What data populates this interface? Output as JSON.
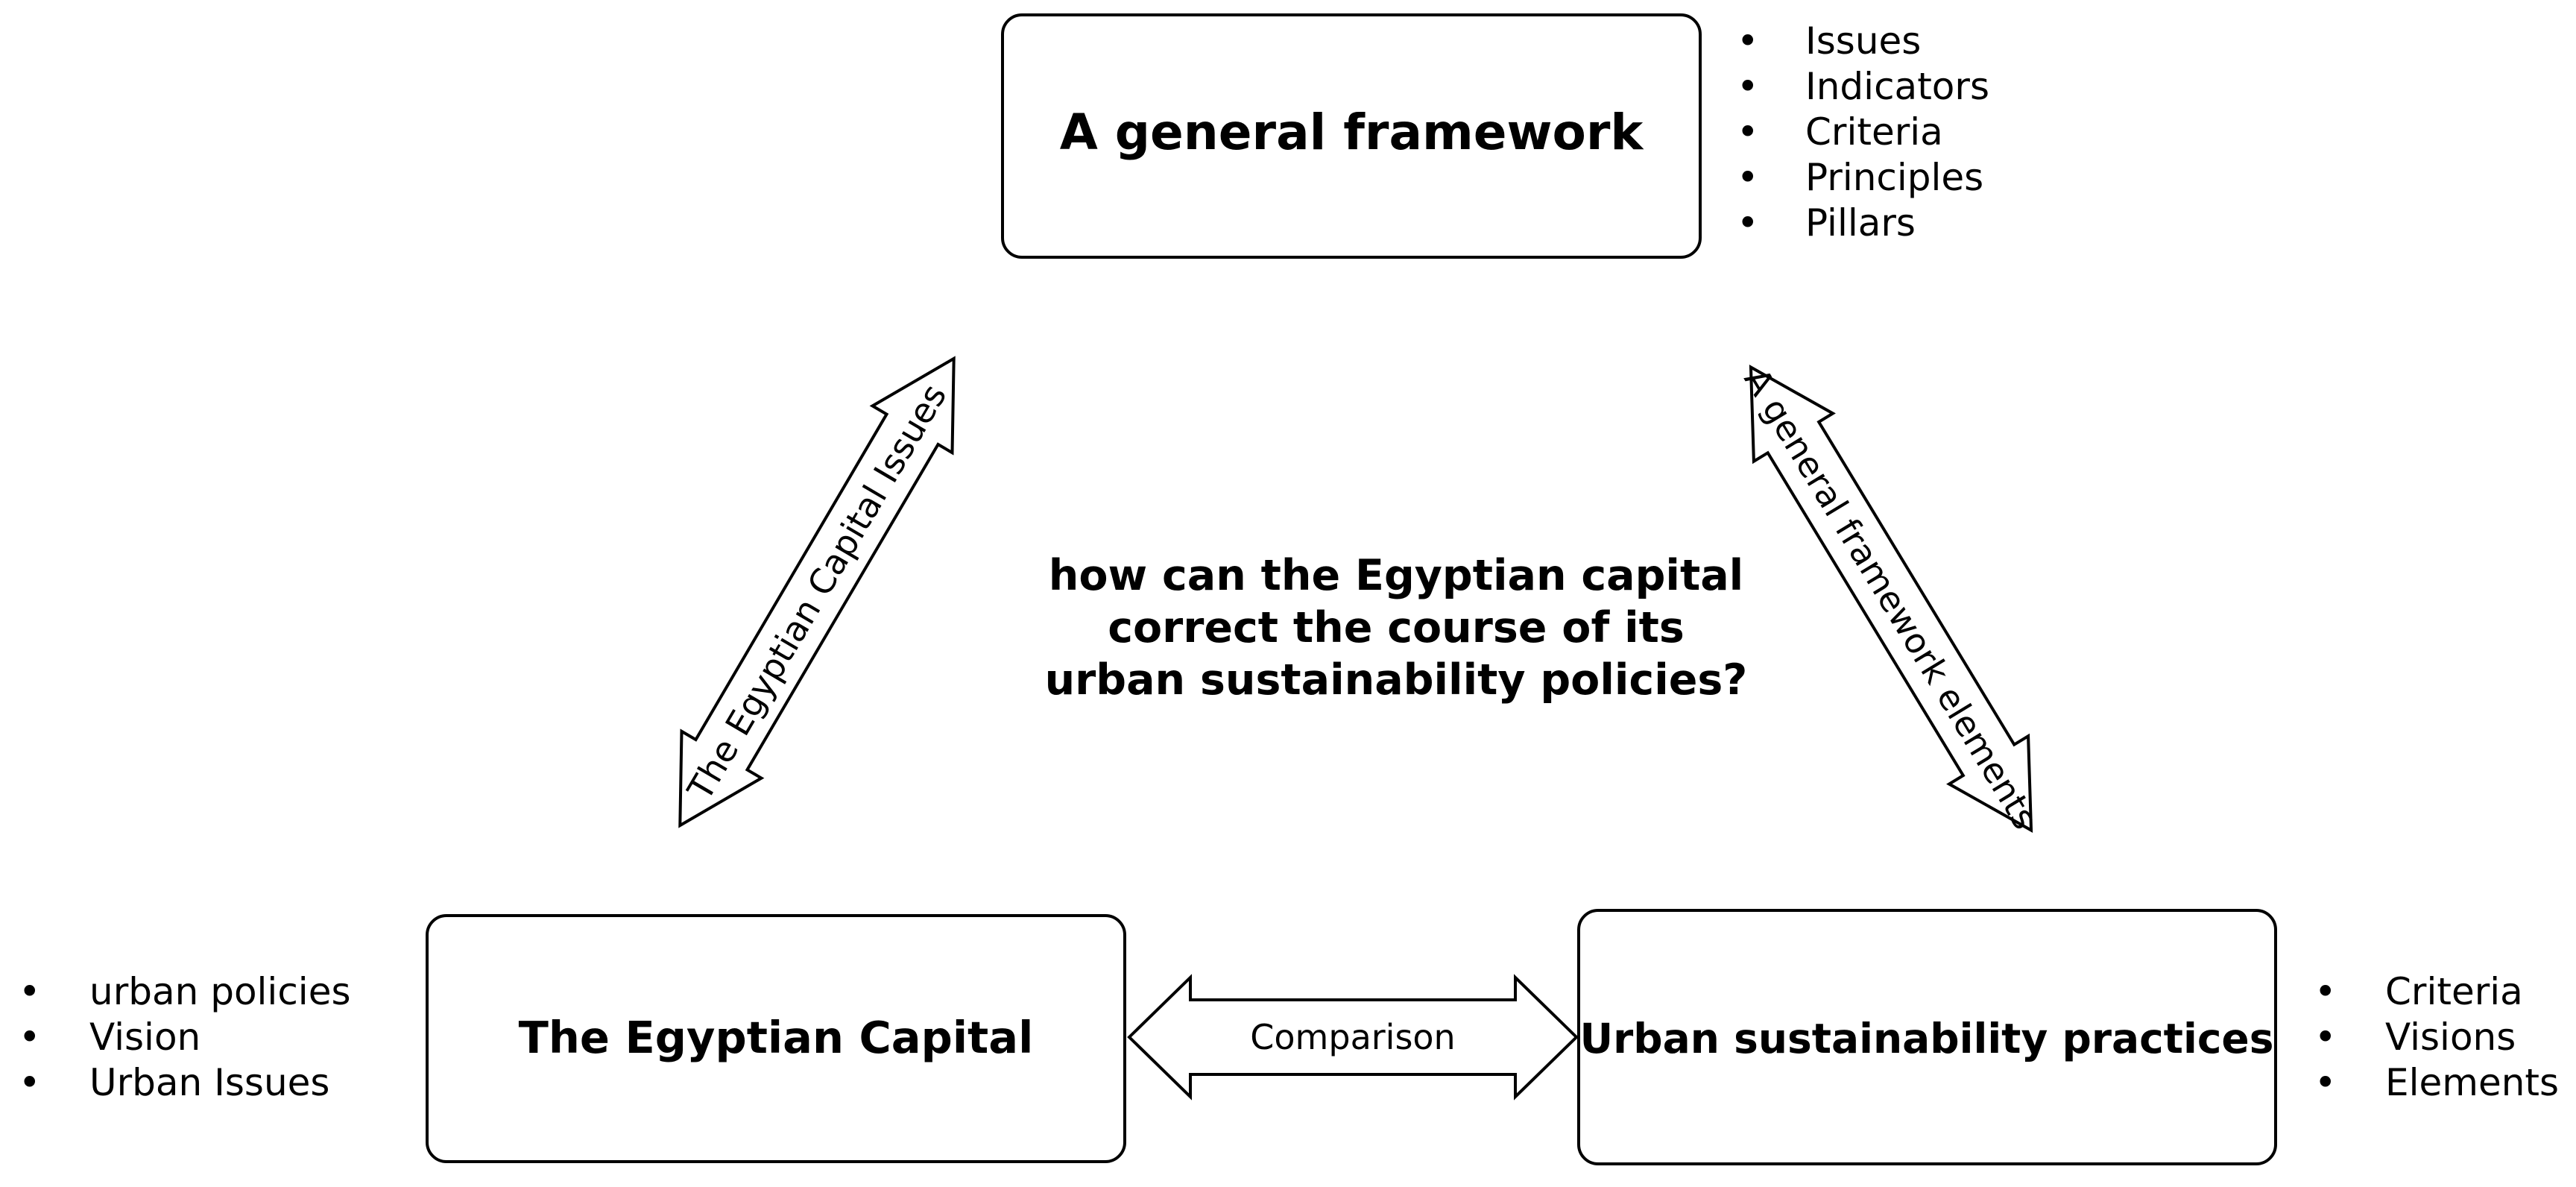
{
  "boxes": {
    "framework": {
      "title": "A general framework",
      "items": [
        "Issues",
        "Indicators",
        "Criteria",
        "Principles",
        "Pillars"
      ]
    },
    "capital": {
      "title": "The Egyptian Capital",
      "items": [
        "urban policies",
        "Vision",
        "Urban Issues"
      ]
    },
    "practices": {
      "title": "Urban sustainability practices",
      "items": [
        "Criteria",
        "Visions",
        "Elements"
      ]
    }
  },
  "arrows": {
    "left": "The Egyptian Capital Issues",
    "right": "A general framework elements",
    "bottom": "Comparison"
  },
  "question": [
    "how can the Egyptian capital",
    "correct the course of its",
    "urban sustainability policies?"
  ],
  "bullet_symbol": "•",
  "colors": {
    "stroke": "#000000",
    "fill": "#ffffff",
    "text": "#000000"
  }
}
